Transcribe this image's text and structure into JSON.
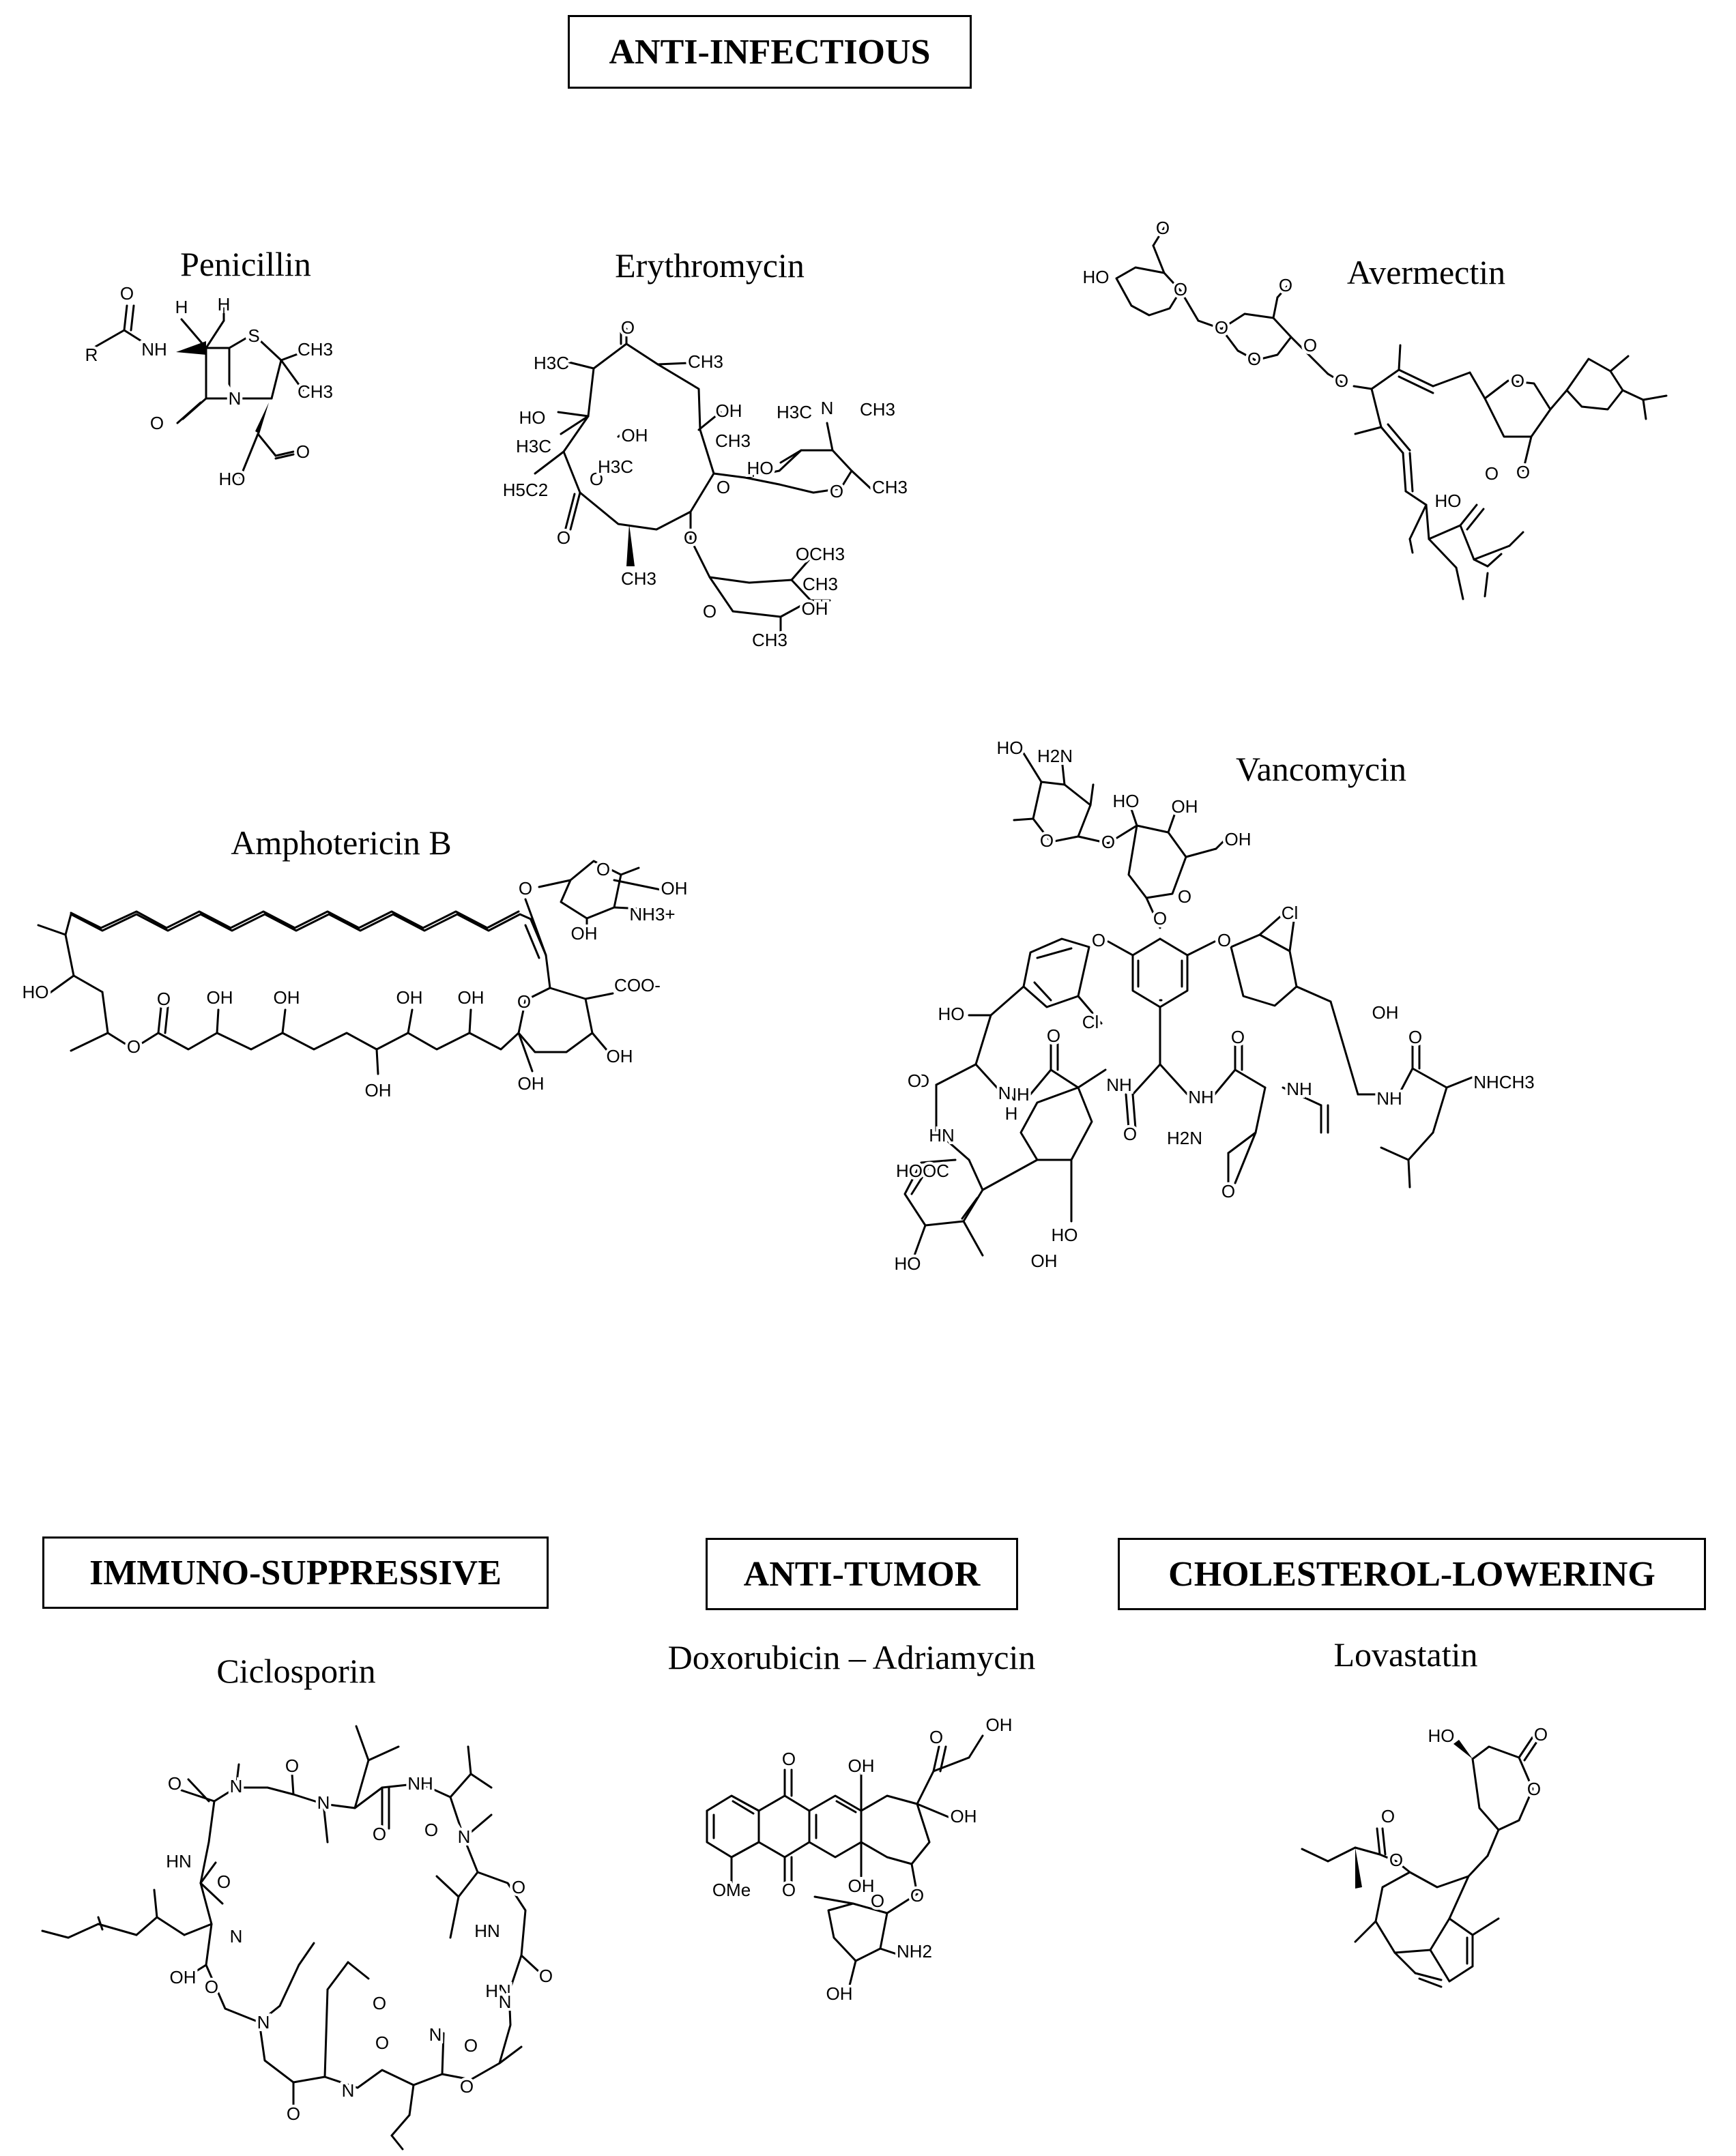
{
  "sections": {
    "anti_infectious": "ANTI-INFECTIOUS",
    "immuno_suppressive": "IMMUNO-SUPPRESSIVE",
    "anti_tumor": "ANTI-TUMOR",
    "cholesterol_lowering": "CHOLESTEROL-LOWERING"
  },
  "compounds": {
    "penicillin": "Penicillin",
    "erythromycin": "Erythromycin",
    "avermectin": "Avermectin",
    "amphotericin_b": "Amphotericin B",
    "vancomycin": "Vancomycin",
    "ciclosporin": "Ciclosporin",
    "doxorubicin": "Doxorubicin – Adriamycin",
    "lovastatin": "Lovastatin"
  },
  "atoms": {
    "penicillin": [
      "R",
      "NH",
      "H",
      "H",
      "S",
      "CH3",
      "CH3",
      "O",
      "N",
      "HO",
      "O"
    ],
    "erythromycin": [
      "O",
      "H3C",
      "CH3",
      "OH",
      "HO",
      "OH",
      "H3C",
      "CH3",
      "H3C",
      "N",
      "CH3",
      "H5C2",
      "O",
      "H3C",
      "HO",
      "O",
      "CH3",
      "O",
      "O",
      "CH3",
      "O",
      "OCH3",
      "CH3",
      "O",
      "OH",
      "CH3"
    ],
    "avermectin": [
      "HO",
      "O",
      "O",
      "O",
      "O",
      "O",
      "O",
      "O",
      "O",
      "HO",
      "O",
      "O"
    ],
    "amphotericin_b": [
      "O",
      "O",
      "OH",
      "OH",
      "NH3+",
      "HO",
      "OH",
      "OH",
      "OH",
      "OH",
      "O",
      "COO-",
      "O",
      "O",
      "OH",
      "OH",
      "OH"
    ],
    "vancomycin": [
      "HO",
      "H2N",
      "O",
      "HO",
      "OH",
      "OH",
      "O",
      "O",
      "O",
      "O",
      "O",
      "Cl",
      "Cl",
      "HO",
      "OH",
      "O",
      "O",
      "NH",
      "O",
      "N",
      "H",
      "NH",
      "NH",
      "O",
      "NH",
      "NH",
      "NHCH3",
      "HN",
      "H2N",
      "O",
      "O",
      "O",
      "HOOC",
      "HO",
      "HO",
      "OH"
    ],
    "ciclosporin": [
      "N",
      "O",
      "N",
      "O",
      "NH",
      "O",
      "HN",
      "O",
      "N",
      "O",
      "N",
      "HN",
      "O",
      "OH",
      "N",
      "O",
      "N",
      "O",
      "HN",
      "O",
      "N",
      "O",
      "N",
      "O",
      "O",
      "O"
    ],
    "doxorubicin": [
      "O",
      "OH",
      "O",
      "OH",
      "OH",
      "OMe",
      "O",
      "OH",
      "O",
      "O",
      "NH2",
      "OH"
    ],
    "lovastatin": [
      "HO",
      "O",
      "O",
      "O",
      "O"
    ]
  }
}
